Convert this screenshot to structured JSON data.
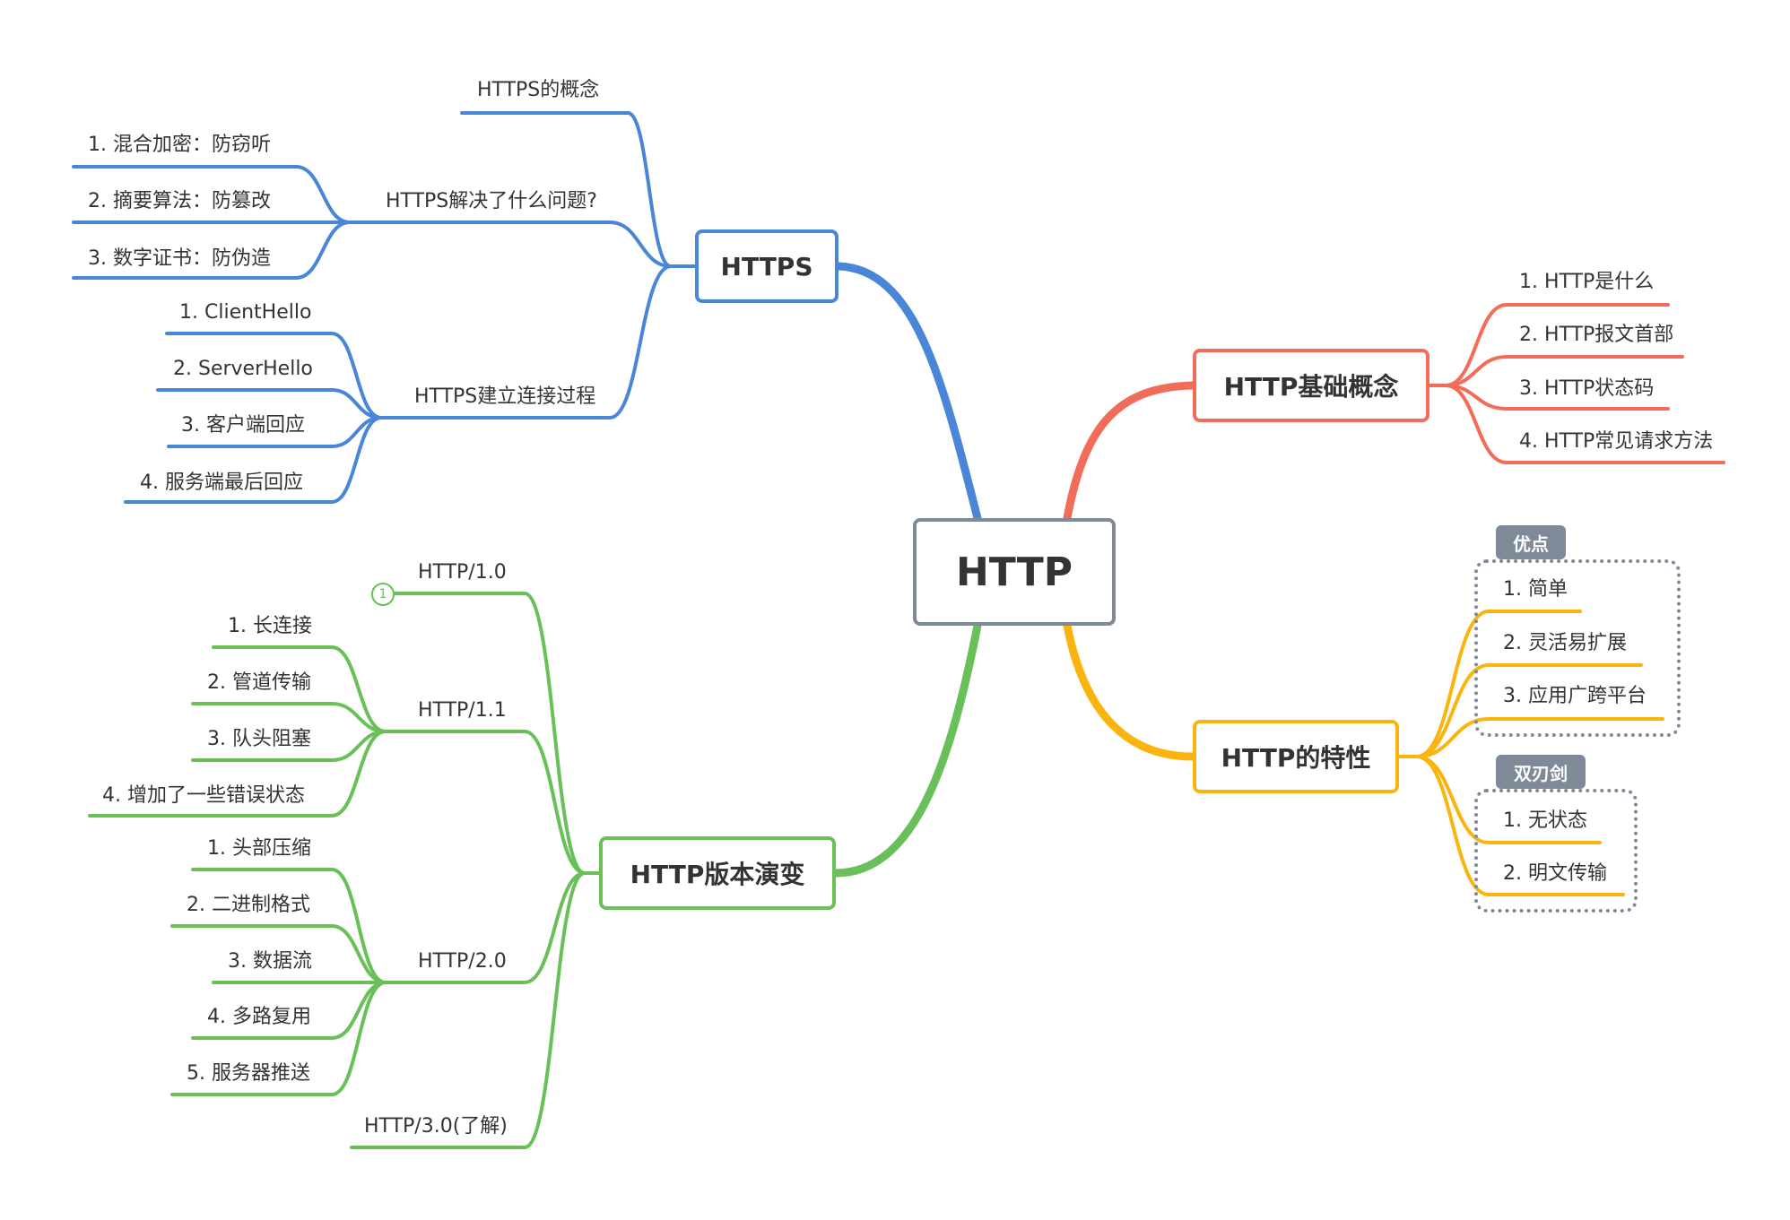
{
  "colors": {
    "center": "#7f8a99",
    "https": "#4a86d8",
    "basic": "#f26c5a",
    "features": "#fbb40e",
    "versions": "#69c058",
    "group_tag": "#7f8a99"
  },
  "center": {
    "label": "HTTP"
  },
  "https": {
    "label": "HTTPS",
    "concept": "HTTPS的概念",
    "solves": {
      "label": "HTTPS解决了什么问题?",
      "items": [
        "1. 混合加密：防窃听",
        "2. 摘要算法：防篡改",
        "3. 数字证书：防伪造"
      ]
    },
    "handshake": {
      "label": "HTTPS建立连接过程",
      "items": [
        "1. ClientHello",
        "2. ServerHello",
        "3. 客户端回应",
        "4. 服务端最后回应"
      ]
    }
  },
  "basic": {
    "label": "HTTP基础概念",
    "items": [
      "1. HTTP是什么",
      "2. HTTP报文首部",
      "3. HTTP状态码",
      "4. HTTP常见请求方法"
    ]
  },
  "features": {
    "label": "HTTP的特性",
    "pros": {
      "tag": "优点",
      "items": [
        "1. 简单",
        "2. 灵活易扩展",
        "3. 应用广跨平台"
      ]
    },
    "double_edged": {
      "tag": "双刃剑",
      "items": [
        "1. 无状态",
        "2. 明文传输"
      ]
    }
  },
  "versions": {
    "label": "HTTP版本演变",
    "v10": {
      "label": "HTTP/1.0",
      "badge": "1"
    },
    "v11": {
      "label": "HTTP/1.1",
      "items": [
        "1. 长连接",
        "2. 管道传输",
        "3. 队头阻塞",
        "4. 增加了一些错误状态"
      ]
    },
    "v20": {
      "label": "HTTP/2.0",
      "items": [
        "1. 头部压缩",
        "2. 二进制格式",
        "3. 数据流",
        "4. 多路复用",
        "5. 服务器推送"
      ]
    },
    "v30": {
      "label": "HTTP/3.0(了解)"
    }
  }
}
